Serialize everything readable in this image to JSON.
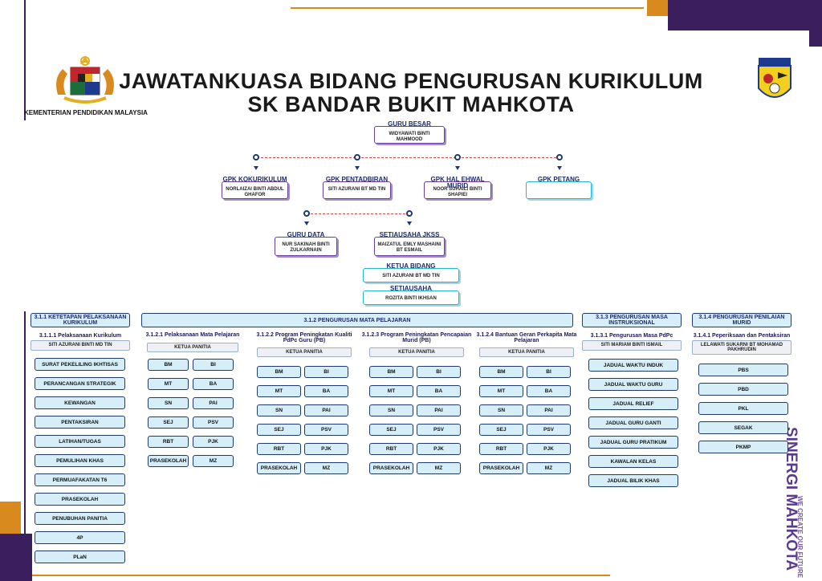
{
  "header": {
    "title_line1": "JAWATANKUASA BIDANG PENGURUSAN KURIKULUM",
    "title_line2": "SK BANDAR BUKIT MAHKOTA",
    "ministry": "KEMENTERIAN PENDIDIKAN MALAYSIA"
  },
  "colors": {
    "navy": "#1e3a6e",
    "purple": "#3b1e5e",
    "orange": "#d98a1f",
    "light_blue": "#d6eef8",
    "accent_purple": "#6a3fa0",
    "accent_cyan": "#27b3d6"
  },
  "icons": [
    "malaysia-coat-of-arms-icon",
    "school-crest-icon"
  ],
  "top": {
    "guru_besar": {
      "title": "GURU BESAR",
      "name": "WIDYAWATI BINTI MAHMOOD"
    },
    "gpk": [
      {
        "title": "GPK KOKURIKULUM",
        "name": "NORLAIZAI BINTI ABDUL GHAFOR"
      },
      {
        "title": "GPK PENTADBIRAN",
        "name": "SITI AZURANI BT MD TIN"
      },
      {
        "title": "GPK HAL EHWAL MURID",
        "name": "NOOR SUHAILI BINTI SHAPIEI"
      },
      {
        "title": "GPK PETANG",
        "name": ""
      }
    ],
    "guru_data": {
      "title": "GURU DATA",
      "name": "NUR SAKINAH BINTI ZULKARNAIN"
    },
    "setiausaha_jkss": {
      "title": "SETIAUSAHA JKSS",
      "name": "MAIZATUL EMLY MASHAINI BT ESMAIL"
    },
    "ketua_bidang": {
      "title": "KETUA BIDANG",
      "name": "SITI AZURANI BT MD TIN"
    },
    "setiausaha": {
      "title": "SETIAUSAHA",
      "name": "ROZITA BINTI IKHSAN"
    }
  },
  "sections": {
    "s311": {
      "title": "3.1.1 KETETAPAN PELAKSANAAN KURIKULUM",
      "sub": "3.1.1.1 Pelaksanaan Kurikulum",
      "head": "SITI AZURANI BINTI MD TIN",
      "items": [
        "SURAT PEKELILING IKHTISAS",
        "PERANCANGAN STRATEGIK",
        "KEWANGAN",
        "PENTAKSIRAN",
        "LATIHAN/TUGAS",
        "PEMULIHAN KHAS",
        "PERMUAFAKATAN T6",
        "PRASEKOLAH",
        "PENUBUHAN PANITIA",
        "4P",
        "PLaN"
      ]
    },
    "s312": {
      "title": "3.1.2 PENGURUSAN MATA PELAJARAN",
      "groups": [
        {
          "sub": "3.1.2.1 Pelaksanaan Mata Pelajaran",
          "head": "KETUA PANITIA"
        },
        {
          "sub": "3.1.2.2 Program Peningkatan Kualiti PdPc Guru (PB)",
          "head": "KETUA PANITIA"
        },
        {
          "sub": "3.1.2.3 Program Peningkatan Pencapaian Murid (PB)",
          "head": "KETUA PANITIA"
        },
        {
          "sub": "3.1.2.4 Bantuan Geran Perkapita Mata Pelajaran",
          "head": "KETUA PANITIA"
        }
      ],
      "subjects": [
        "BM",
        "BI",
        "MT",
        "BA",
        "SN",
        "PAI",
        "SEJ",
        "PSV",
        "RBT",
        "PJK",
        "PRASEKOLAH",
        "MZ"
      ]
    },
    "s313": {
      "title": "3.1.3 PENGURUSAN MASA INSTRUKSIONAL",
      "sub": "3.1.3.1 Pengurusan Masa PdPc",
      "head": "SITI MARIAM BINTI ISMAIL",
      "items": [
        "JADUAL WAKTU INDUK",
        "JADUAL WAKTU GURU",
        "JADUAL RELIEF",
        "JADUAL GURU GANTI",
        "JADUAL GURU PRATIKUM",
        "KAWALAN KELAS",
        "JADUAL BILIK KHAS"
      ]
    },
    "s314": {
      "title": "3.1.4 PENGURUSAN PENILAIAN MURID",
      "sub": "3.1.4.1 Peperiksaan dan Pentaksiran",
      "head": "LELAWATI SUKARNI BT MOHAMAD PAKHRUDIN",
      "items": [
        "PBS",
        "PBD",
        "PKL",
        "SEGAK",
        "PKMP"
      ]
    }
  },
  "branding": {
    "main": "SINERGI MAHKOTA",
    "tagline": "WE CREATE OUR FUTURE"
  }
}
